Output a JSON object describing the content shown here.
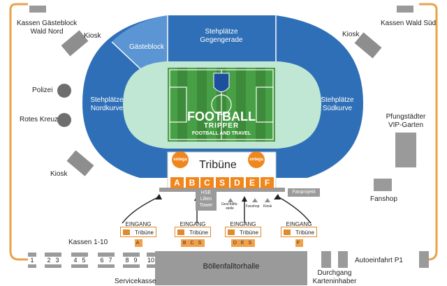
{
  "labels": {
    "kassen_gaesteblock": "Kassen Gästeblock",
    "wald_nord": "Wald Nord",
    "kassen_wald_sued": "Kassen Wald Süd",
    "kiosk_nw": "Kiosk",
    "kiosk_ne": "Kiosk",
    "kiosk_sw": "Kiosk",
    "polizei": "Polizei",
    "rotes_kreuz": "Rotes Kreuz",
    "pfungstaedter": "Pfungstädter",
    "vip_garten": "VIP-Garten",
    "fanshop": "Fanshop",
    "fanprojekt": "Fanprojekt",
    "hse": "HSE",
    "lilien": "Lilien",
    "tower": "Tower",
    "geschaeftsstelle_1": "Geschäfts-",
    "geschaeftsstelle_2": "stelle",
    "fanshop_small": "Fanshop",
    "kiosk_small": "Kiosk",
    "kassen_1_10": "Kassen 1-10",
    "servicekasse": "Servicekasse",
    "boellenfalltorhalle": "Böllenfalltorhalle",
    "durchgang": "Durchgang",
    "karteninhaber": "Karteninhaber",
    "autoeinfahrt": "Autoeinfahrt P1"
  },
  "stands": {
    "north_1": "Stehplätze",
    "north_2": "Nordkurve",
    "south_1": "Stehplätze",
    "south_2": "Südkurve",
    "back_1": "Stehplätze",
    "back_2": "Gegengerade",
    "guest": "Gästeblock",
    "main": "Tribüne",
    "sponsor_left": "entega",
    "sponsor_right": "entega"
  },
  "watermark": {
    "line1": "FOOTBALL",
    "line2": "TRIPPER",
    "line3": "FOOTBALL AND TRAVEL"
  },
  "sectors": [
    "A",
    "B",
    "C",
    "S",
    "D",
    "E",
    "F"
  ],
  "entrances": [
    {
      "title": "EINGANG",
      "tribune": "Tribüne",
      "gates": "A"
    },
    {
      "title": "EINGANG",
      "tribune": "Tribüne",
      "gates": "B C S"
    },
    {
      "title": "EINGANG",
      "tribune": "Tribüne",
      "gates": "D E S"
    },
    {
      "title": "EINGANG",
      "tribune": "Tribüne",
      "gates": "F"
    }
  ],
  "kassen": [
    "1",
    "2",
    "3",
    "4",
    "5",
    "6",
    "7",
    "8",
    "9",
    "10"
  ],
  "colors": {
    "stand_blue": "#2e6fb7",
    "guest_blue": "#5b95d3",
    "pitch_green": "#3c8a3a",
    "track": "#bfe7d3",
    "orange": "#f0871e",
    "path_orange": "#e8a24a"
  }
}
